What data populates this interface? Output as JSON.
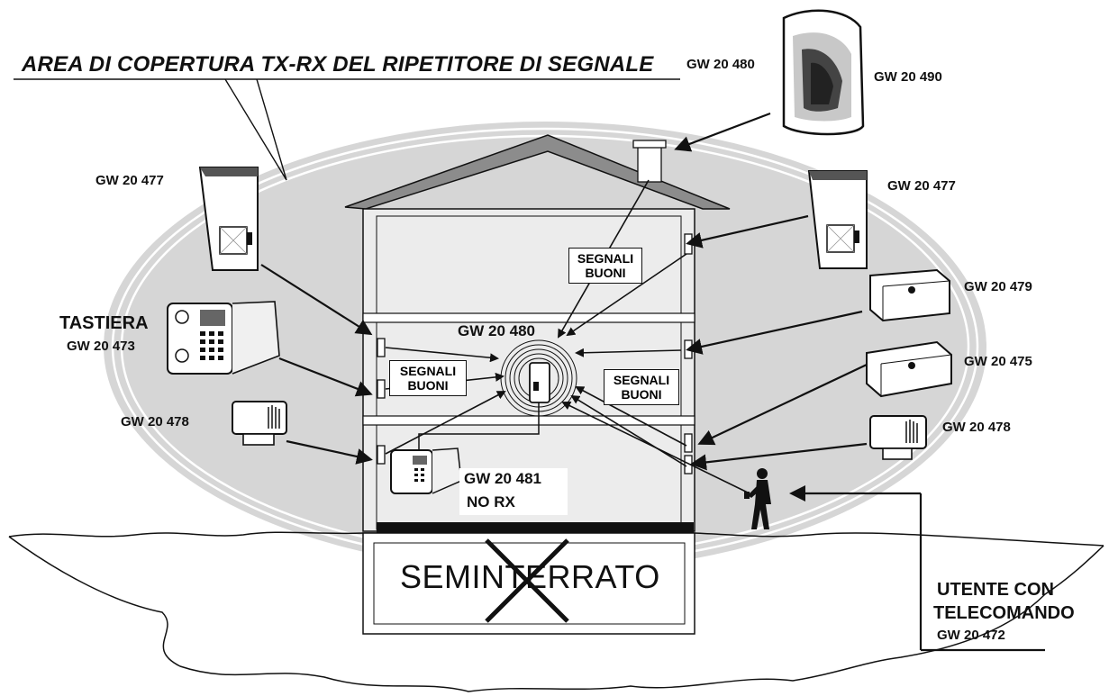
{
  "title": "AREA DI COPERTURA TX-RX DEL RIPETITORE DI SEGNALE",
  "labels": {
    "gw20480_top": "GW 20 480",
    "gw20490": "GW 20 490",
    "gw20477_left": "GW 20 477",
    "gw20477_right": "GW 20 477",
    "gw20479": "GW 20 479",
    "tastiera": "TASTIERA",
    "gw20473": "GW 20 473",
    "gw20480_center": "GW 20 480",
    "gw20475": "GW 20 475",
    "gw20478_left": "GW 20 478",
    "gw20478_right": "GW 20 478",
    "gw20481": "GW 20 481",
    "norx": "NO RX",
    "utente_line1": "UTENTE CON",
    "utente_line2": "TELECOMANDO",
    "gw20472": "GW 20 472",
    "seminterrato": "SEMINTERRATO"
  },
  "signal_boxes": [
    {
      "line1": "SEGNALI",
      "line2": "BUONI"
    },
    {
      "line1": "SEGNALI",
      "line2": "BUONI"
    },
    {
      "line1": "SEGNALI",
      "line2": "BUONI"
    }
  ],
  "colors": {
    "coverage": "#d6d6d6",
    "ink": "#111111",
    "roof": "#8c8c8c"
  }
}
